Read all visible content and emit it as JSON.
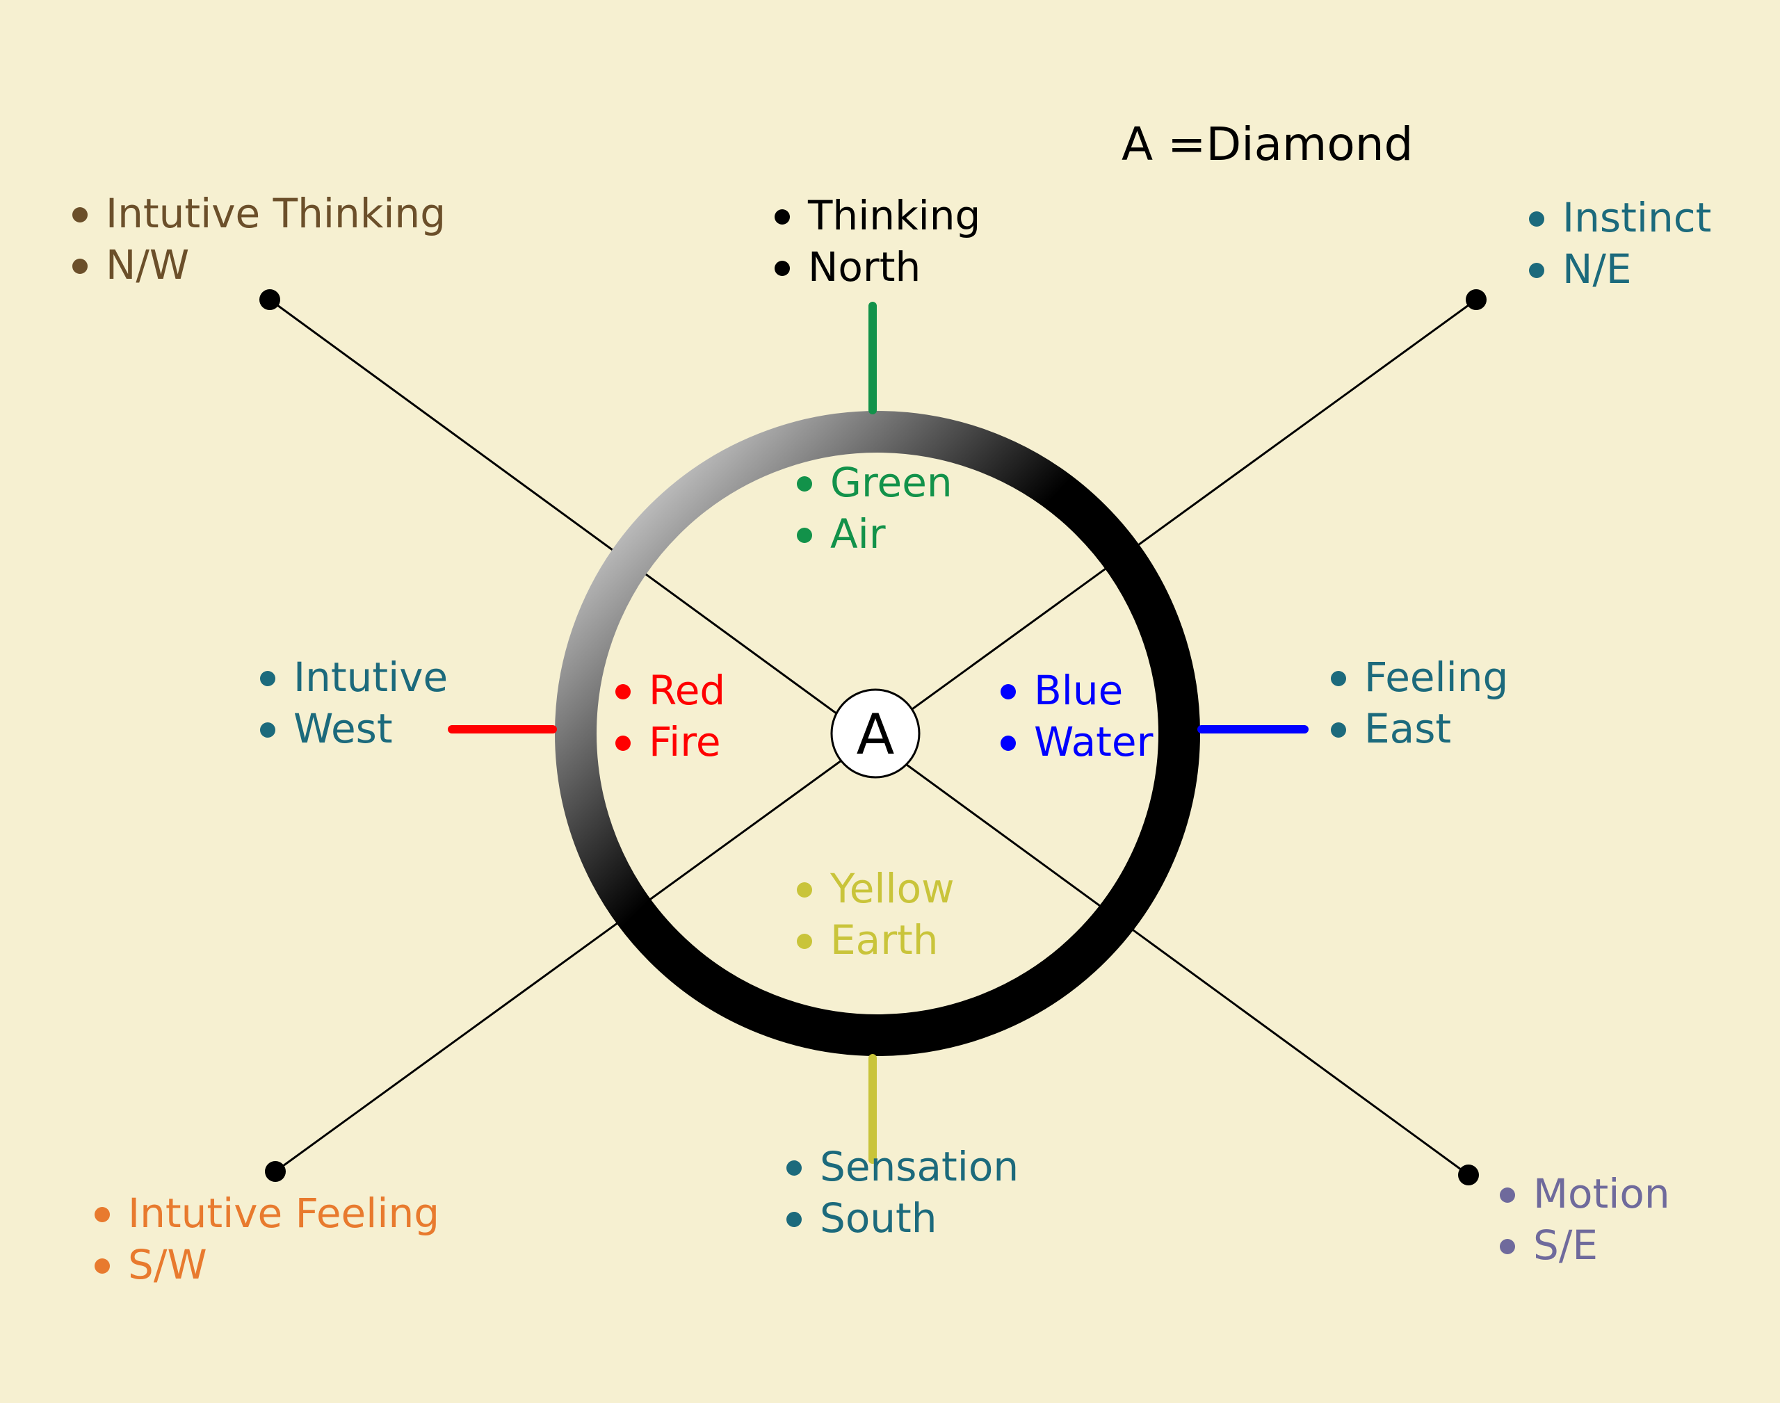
{
  "title": "A =Diamond",
  "center": {
    "letter": "A"
  },
  "outer_labels": {
    "north": {
      "lines": [
        "Thinking",
        "North"
      ],
      "color": "#000000"
    },
    "northwest": {
      "lines": [
        "Intutive Thinking",
        "N/W"
      ],
      "color": "#6b4f2a"
    },
    "northeast": {
      "lines": [
        "Instinct",
        "N/E"
      ],
      "color": "#1c6a7c"
    },
    "west": {
      "lines": [
        "Intutive",
        "West"
      ],
      "color": "#1c6a7c"
    },
    "east": {
      "lines": [
        "Feeling",
        "East"
      ],
      "color": "#1c6a7c"
    },
    "southwest": {
      "lines": [
        "Intutive Feeling",
        "S/W"
      ],
      "color": "#e87a2e"
    },
    "south": {
      "lines": [
        "Sensation",
        "South"
      ],
      "color": "#1c6a7c"
    },
    "southeast": {
      "lines": [
        "Motion",
        "S/E"
      ],
      "color": "#6f6a9c"
    }
  },
  "inner_labels": {
    "top": {
      "lines": [
        "Green",
        "Air"
      ],
      "color": "#12924a"
    },
    "left": {
      "lines": [
        "Red",
        "Fire"
      ],
      "color": "#ff0000"
    },
    "right": {
      "lines": [
        "Blue",
        "Water"
      ],
      "color": "#0000ff"
    },
    "bottom": {
      "lines": [
        "Yellow",
        "Earth"
      ],
      "color": "#c9c43a"
    }
  },
  "colors": {
    "background": "#f6f0d1",
    "tick_north": "#12924a",
    "tick_west": "#ff0000",
    "tick_east": "#0000ff",
    "tick_south": "#c9c43a"
  }
}
